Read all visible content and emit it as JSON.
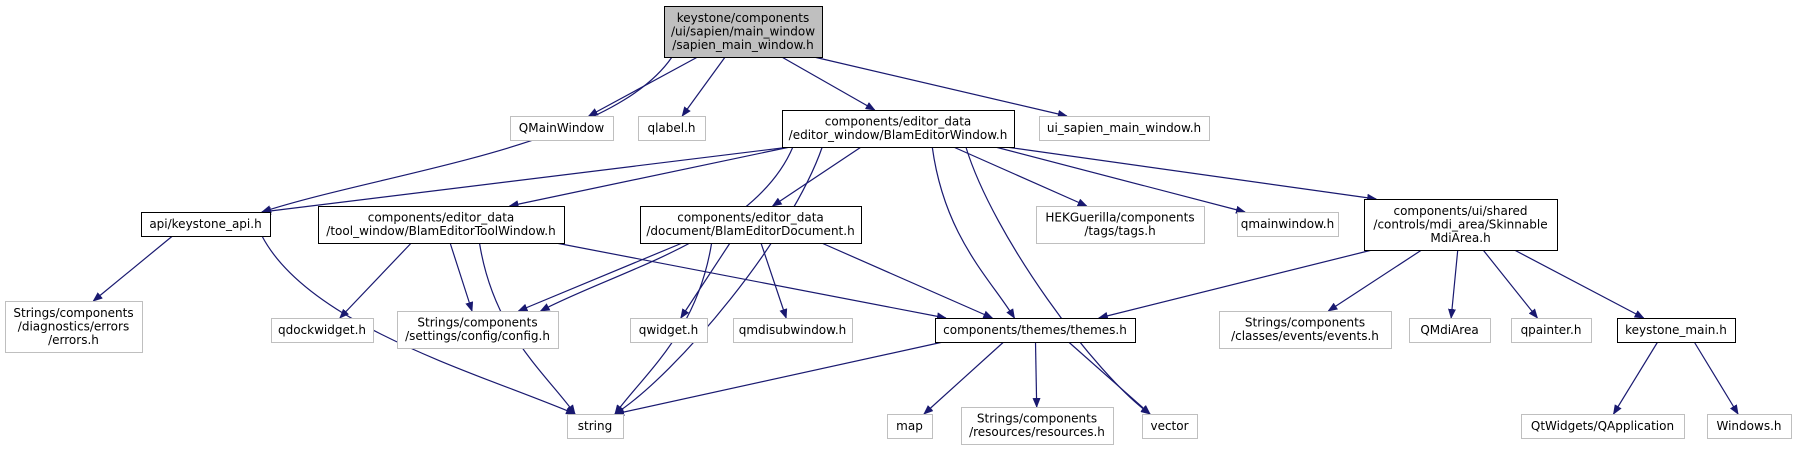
{
  "colors": {
    "edge": "#191970",
    "root_fill": "#bfbfbf",
    "root_stroke": "#000000",
    "documented_stroke": "#000000",
    "undocumented_stroke": "#bfbfbf",
    "background": "#ffffff"
  },
  "nodes": [
    {
      "id": "root",
      "lines": [
        "keystone/components",
        "/ui/sapien/main_window",
        "/sapien_main_window.h"
      ],
      "kind": "root"
    },
    {
      "id": "qmainwindow_cls",
      "lines": [
        "QMainWindow"
      ],
      "kind": "external"
    },
    {
      "id": "qlabel",
      "lines": [
        "qlabel.h"
      ],
      "kind": "external"
    },
    {
      "id": "blam_editor_window",
      "lines": [
        "components/editor_data",
        "/editor_window/BlamEditorWindow.h"
      ],
      "kind": "documented"
    },
    {
      "id": "ui_sapien",
      "lines": [
        "ui_sapien_main_window.h"
      ],
      "kind": "external"
    },
    {
      "id": "keystone_api",
      "lines": [
        "api/keystone_api.h"
      ],
      "kind": "documented"
    },
    {
      "id": "tool_window",
      "lines": [
        "components/editor_data",
        "/tool_window/BlamEditorToolWindow.h"
      ],
      "kind": "documented"
    },
    {
      "id": "editor_document",
      "lines": [
        "components/editor_data",
        "/document/BlamEditorDocument.h"
      ],
      "kind": "documented"
    },
    {
      "id": "hek_tags",
      "lines": [
        "HEKGuerilla/components",
        "/tags/tags.h"
      ],
      "kind": "external"
    },
    {
      "id": "qmainwindow_h",
      "lines": [
        "qmainwindow.h"
      ],
      "kind": "external"
    },
    {
      "id": "mdi_area",
      "lines": [
        "components/ui/shared",
        "/controls/mdi_area/Skinnable",
        "MdiArea.h"
      ],
      "kind": "documented"
    },
    {
      "id": "errors",
      "lines": [
        "Strings/components",
        "/diagnostics/errors",
        "/errors.h"
      ],
      "kind": "external"
    },
    {
      "id": "qdockwidget",
      "lines": [
        "qdockwidget.h"
      ],
      "kind": "external"
    },
    {
      "id": "config",
      "lines": [
        "Strings/components",
        "/settings/config/config.h"
      ],
      "kind": "external"
    },
    {
      "id": "qwidget",
      "lines": [
        "qwidget.h"
      ],
      "kind": "external"
    },
    {
      "id": "qmdisubwindow",
      "lines": [
        "qmdisubwindow.h"
      ],
      "kind": "external"
    },
    {
      "id": "themes",
      "lines": [
        "components/themes/themes.h"
      ],
      "kind": "documented"
    },
    {
      "id": "events",
      "lines": [
        "Strings/components",
        "/classes/events/events.h"
      ],
      "kind": "external"
    },
    {
      "id": "qmdiarea",
      "lines": [
        "QMdiArea"
      ],
      "kind": "external"
    },
    {
      "id": "qpainter",
      "lines": [
        "qpainter.h"
      ],
      "kind": "external"
    },
    {
      "id": "keystone_main",
      "lines": [
        "keystone_main.h"
      ],
      "kind": "documented"
    },
    {
      "id": "string",
      "lines": [
        "string"
      ],
      "kind": "external"
    },
    {
      "id": "map",
      "lines": [
        "map"
      ],
      "kind": "external"
    },
    {
      "id": "resources",
      "lines": [
        "Strings/components",
        "/resources/resources.h"
      ],
      "kind": "external"
    },
    {
      "id": "vector",
      "lines": [
        "vector"
      ],
      "kind": "external"
    },
    {
      "id": "qapplication",
      "lines": [
        "QtWidgets/QApplication"
      ],
      "kind": "external"
    },
    {
      "id": "windows",
      "lines": [
        "Windows.h"
      ],
      "kind": "external"
    }
  ],
  "edges": [
    [
      "root",
      "qmainwindow_cls"
    ],
    [
      "root",
      "qlabel"
    ],
    [
      "root",
      "blam_editor_window"
    ],
    [
      "root",
      "ui_sapien"
    ],
    [
      "root",
      "keystone_api"
    ],
    [
      "blam_editor_window",
      "keystone_api"
    ],
    [
      "blam_editor_window",
      "tool_window"
    ],
    [
      "blam_editor_window",
      "config"
    ],
    [
      "blam_editor_window",
      "editor_document"
    ],
    [
      "blam_editor_window",
      "string"
    ],
    [
      "blam_editor_window",
      "themes"
    ],
    [
      "blam_editor_window",
      "vector"
    ],
    [
      "blam_editor_window",
      "hek_tags"
    ],
    [
      "blam_editor_window",
      "qmainwindow_h"
    ],
    [
      "blam_editor_window",
      "mdi_area"
    ],
    [
      "keystone_api",
      "errors"
    ],
    [
      "keystone_api",
      "string"
    ],
    [
      "tool_window",
      "qdockwidget"
    ],
    [
      "tool_window",
      "config"
    ],
    [
      "tool_window",
      "string"
    ],
    [
      "tool_window",
      "themes"
    ],
    [
      "editor_document",
      "config"
    ],
    [
      "editor_document",
      "string"
    ],
    [
      "editor_document",
      "qwidget"
    ],
    [
      "editor_document",
      "qmdisubwindow"
    ],
    [
      "editor_document",
      "themes"
    ],
    [
      "mdi_area",
      "themes"
    ],
    [
      "mdi_area",
      "events"
    ],
    [
      "mdi_area",
      "qmdiarea"
    ],
    [
      "mdi_area",
      "qpainter"
    ],
    [
      "mdi_area",
      "keystone_main"
    ],
    [
      "themes",
      "string"
    ],
    [
      "themes",
      "map"
    ],
    [
      "themes",
      "resources"
    ],
    [
      "themes",
      "vector"
    ],
    [
      "keystone_main",
      "qapplication"
    ],
    [
      "keystone_main",
      "windows"
    ]
  ]
}
